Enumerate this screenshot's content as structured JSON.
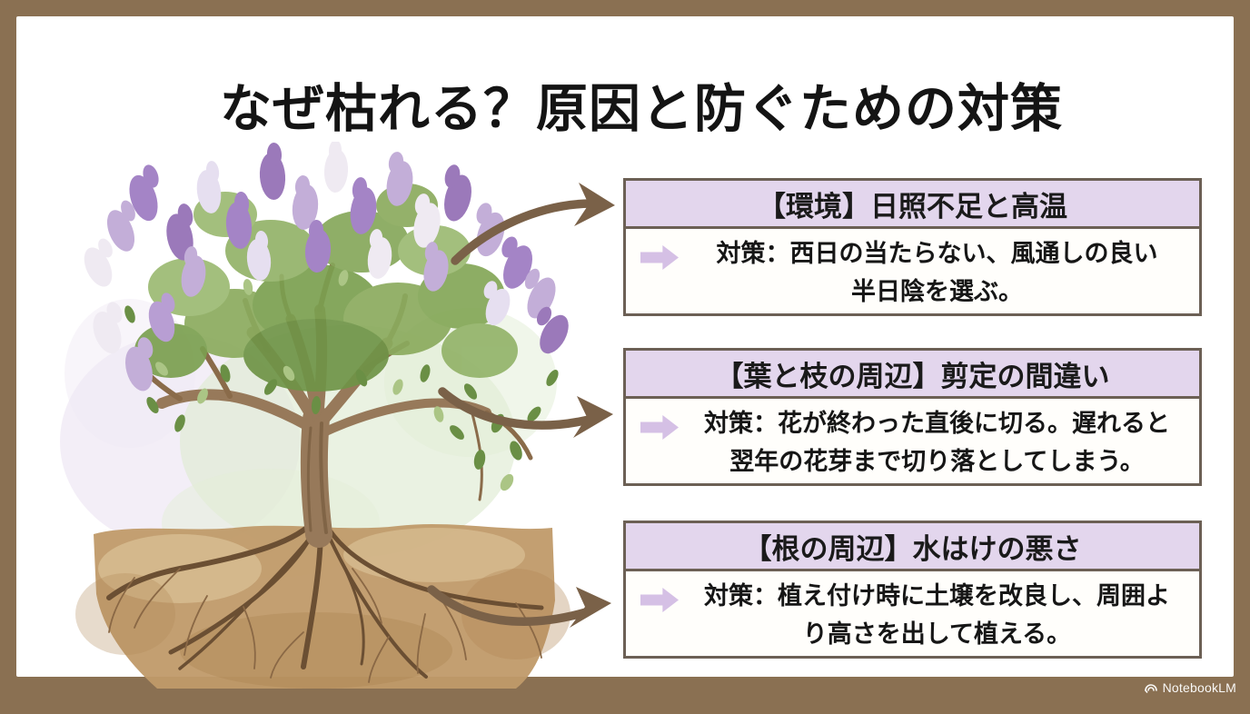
{
  "page": {
    "title": "なぜ枯れる？原因と防ぐための対策"
  },
  "illustration": {
    "name": "watercolor-lilac-tree-with-roots"
  },
  "boxes": [
    {
      "header": "【環境】日照不足と高温",
      "body_line1": "対策：西日の当たらない、風通しの良い",
      "body_line2": "半日陰を選ぶ。"
    },
    {
      "header": "【葉と枝の周辺】剪定の間違い",
      "body_line1": "対策：花が終わった直後に切る。遅れると",
      "body_line2": "翌年の花芽まで切り落としてしまう。"
    },
    {
      "header": "【根の周辺】水はけの悪さ",
      "body_line1": "対策：植え付け時に土壌を改良し、周囲よ",
      "body_line2": "り高さを出して植える。"
    }
  ],
  "watermark": {
    "brand": "NotebookLM"
  },
  "colors": {
    "frame": "#8a7052",
    "box_border": "#6c6055",
    "header_bg": "#e3d6ed",
    "bullet_arrow": "#d5c0e5",
    "connector_arrow": "#7a6148"
  }
}
